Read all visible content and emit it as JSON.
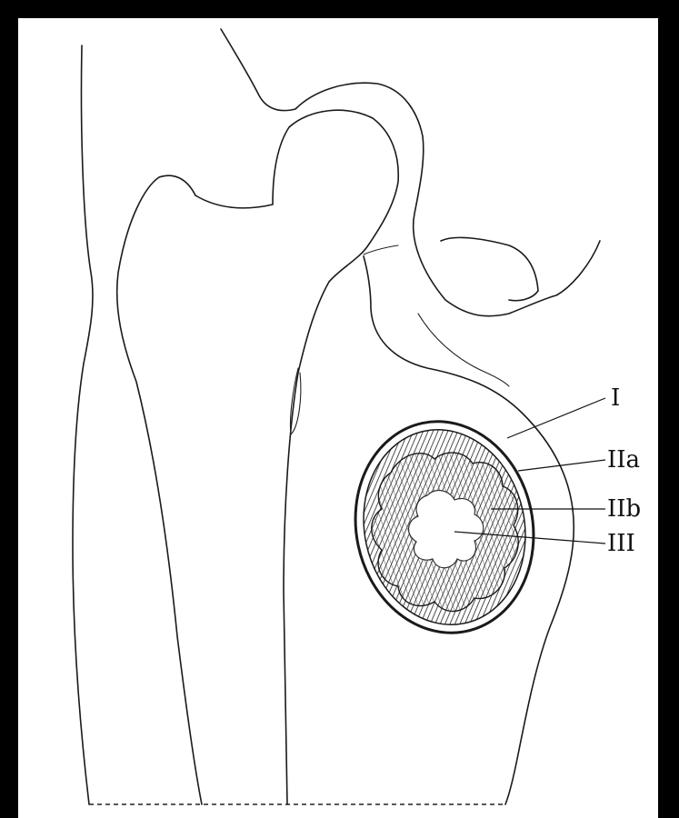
{
  "labels": {
    "zone_i": "I",
    "zone_iia": "IIa",
    "zone_iib": "IIb",
    "zone_iii": "III"
  }
}
